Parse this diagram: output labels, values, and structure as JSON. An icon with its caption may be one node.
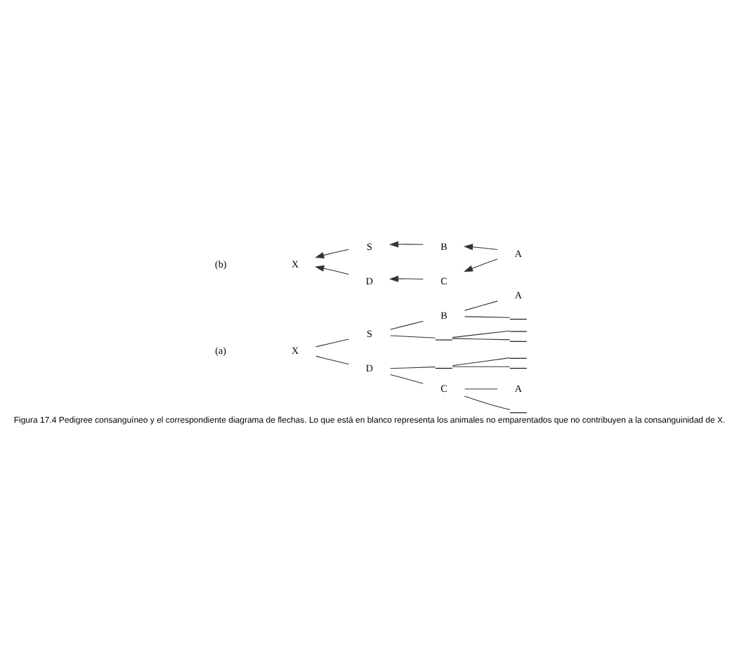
{
  "diagram": {
    "caption": "Figura 17.4 Pedigree consanguíneo y el correspondiente diagrama de flechas. Lo que está en blanco representa los animales no emparentados que no contribuyen a la consanguinidad de X.",
    "nodes": [
      {
        "text": [
          "X"
        ]
      },
      {
        "text": [
          "S"
        ]
      },
      {
        "text": [
          "D"
        ]
      },
      {
        "text": [
          "B"
        ]
      },
      {
        "text": [],
        "shape": "bar"
      },
      {
        "text": [],
        "shape": "bar"
      },
      {
        "text": [
          "C"
        ]
      },
      {
        "text": [
          "A"
        ]
      },
      {
        "text": [],
        "shape": "bar"
      },
      {
        "text": [],
        "shape": "bar"
      },
      {
        "text": [],
        "shape": "bar"
      },
      {
        "text": [],
        "shape": "bar"
      },
      {
        "text": [],
        "shape": "bar"
      },
      {
        "text": [
          "A"
        ]
      },
      {
        "text": [],
        "shape": "bar"
      },
      {
        "text": [
          "S"
        ]
      },
      {
        "text": [
          "B"
        ]
      },
      {
        "text": [
          "X"
        ]
      },
      {
        "text": [
          "A"
        ]
      },
      {
        "text": [
          "D"
        ]
      },
      {
        "text": [
          "C"
        ]
      }
    ],
    "edges": [
      {
        "from": 0,
        "to": 1,
        "arrow": "none"
      },
      {
        "from": 0,
        "to": 2,
        "arrow": "none"
      },
      {
        "from": 1,
        "to": 3,
        "arrow": "none"
      },
      {
        "from": 1,
        "to": 4,
        "arrow": "none"
      },
      {
        "from": 2,
        "to": 5,
        "arrow": "none"
      },
      {
        "from": 2,
        "to": 6,
        "arrow": "none"
      },
      {
        "from": 3,
        "to": 7,
        "arrow": "none"
      },
      {
        "from": 3,
        "to": 8,
        "arrow": "none"
      },
      {
        "from": 4,
        "to": 9,
        "arrow": "none"
      },
      {
        "from": 4,
        "to": 10,
        "arrow": "none"
      },
      {
        "from": 5,
        "to": 11,
        "arrow": "none"
      },
      {
        "from": 5,
        "to": 12,
        "arrow": "none"
      },
      {
        "from": 6,
        "to": 13,
        "arrow": "none"
      },
      {
        "from": 6,
        "to": 14,
        "arrow": "none"
      },
      {
        "from": 16,
        "to": 15,
        "arrow": "to"
      },
      {
        "from": 15,
        "to": 17,
        "arrow": "to"
      },
      {
        "from": 18,
        "to": 16,
        "arrow": "to"
      },
      {
        "from": 18,
        "to": 20,
        "arrow": "to"
      },
      {
        "from": 20,
        "to": 19,
        "arrow": "to"
      },
      {
        "from": 19,
        "to": 17,
        "arrow": "to"
      }
    ],
    "labels": [
      "(a)",
      "(b)"
    ]
  }
}
